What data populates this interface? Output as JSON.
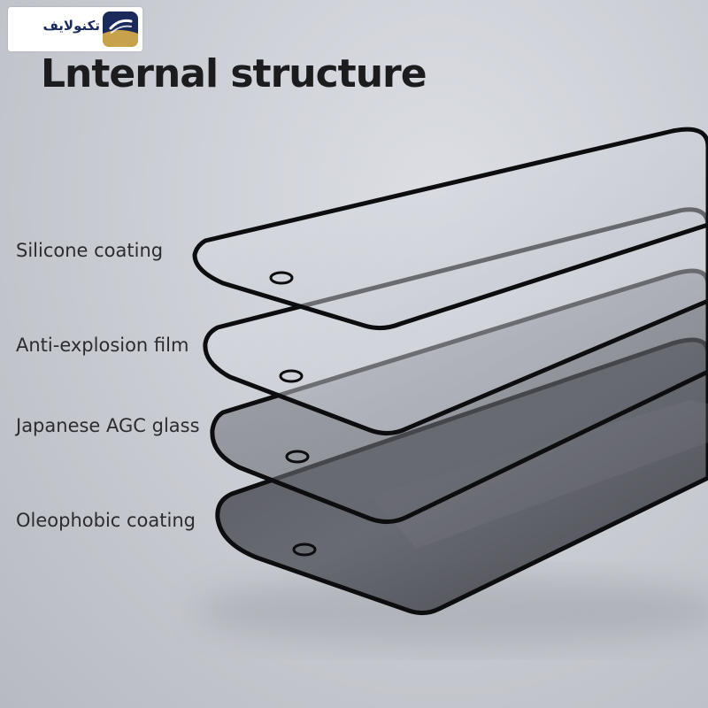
{
  "brand": {
    "logo_text": "تکنولایف",
    "logo_icon": "brand-logo-mark"
  },
  "title": "Lnternal structure",
  "layers": [
    {
      "label": "Silicone coating"
    },
    {
      "label": "Anti-explosion film"
    },
    {
      "label": "Japanese AGC glass"
    },
    {
      "label": "Oleophobic coating"
    }
  ],
  "colors": {
    "background": "#cfd1d8",
    "title_text": "#1c1c1e",
    "label_text": "#2c2c30",
    "frame_edge": "#0d0d0f",
    "brand_navy": "#1a2a5c",
    "brand_gold": "#c8a24a"
  }
}
